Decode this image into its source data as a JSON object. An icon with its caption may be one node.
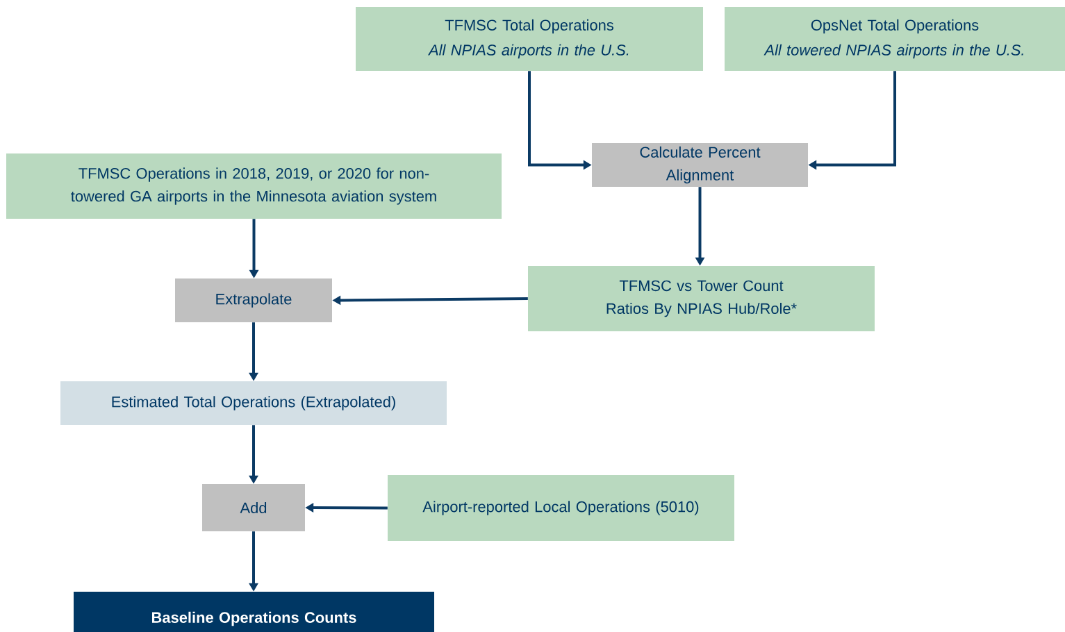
{
  "diagram": {
    "nodes": [
      {
        "text": [
          "TFMSC Total Operations",
          "All NPIAS airports in the U.S."
        ]
      },
      {
        "text": [
          "OpsNet Total Operations",
          "All towered NPIAS airports in the U.S."
        ]
      },
      {
        "text": [
          "Calculate Percent Alignment"
        ]
      },
      {
        "text": [
          "TFMSC Operations in 2018, 2019, or 2020 for non-towered GA airports in the Minnesota aviation system"
        ]
      },
      {
        "text": [
          "Extrapolate"
        ]
      },
      {
        "text": [
          "TFMSC vs Tower Count Ratios By NPIAS Hub/Role*"
        ]
      },
      {
        "text": [
          "Estimated Total Operations (Extrapolated)"
        ]
      },
      {
        "text": [
          "Add"
        ]
      },
      {
        "text": [
          "Airport-reported Local Operations (5010)"
        ]
      },
      {
        "text": [
          "Baseline Operations Counts"
        ]
      }
    ],
    "edges": [
      {
        "from": 0,
        "to": 2,
        "arrow": "to"
      },
      {
        "from": 1,
        "to": 2,
        "arrow": "to"
      },
      {
        "from": 2,
        "to": 5,
        "arrow": "to"
      },
      {
        "from": 3,
        "to": 4,
        "arrow": "to"
      },
      {
        "from": 5,
        "to": 4,
        "arrow": "to"
      },
      {
        "from": 4,
        "to": 6,
        "arrow": "to"
      },
      {
        "from": 6,
        "to": 7,
        "arrow": "to"
      },
      {
        "from": 8,
        "to": 7,
        "arrow": "to"
      },
      {
        "from": 7,
        "to": 9,
        "arrow": "to"
      }
    ]
  }
}
